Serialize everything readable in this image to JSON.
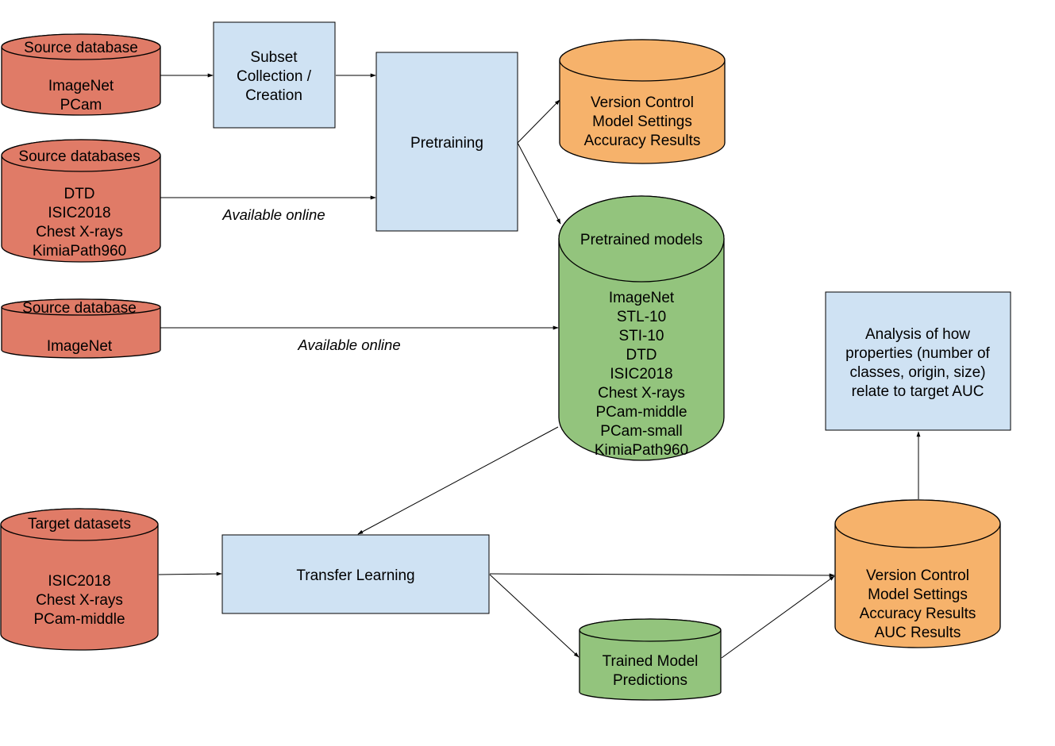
{
  "colors": {
    "source_db": "#e07b67",
    "process_box": "#cfe2f3",
    "results_db": "#f6b26b",
    "model_db": "#93c47d",
    "line": "#000000",
    "background": "#ffffff"
  },
  "source_db_1": {
    "title": "Source database",
    "lines": [
      "ImageNet",
      "PCam"
    ]
  },
  "source_db_2": {
    "title": "Source databases",
    "lines": [
      "DTD",
      "ISIC2018",
      "Chest X-rays",
      "KimiaPath960"
    ]
  },
  "source_db_3": {
    "title": "Source database",
    "lines": [
      "ImageNet"
    ]
  },
  "target_db": {
    "title": "Target datasets",
    "lines": [
      "ISIC2018",
      "Chest X-rays",
      "PCam-middle"
    ]
  },
  "subset_box": {
    "lines": [
      "Subset",
      "Collection /",
      "Creation"
    ]
  },
  "pretraining_box": {
    "lines": [
      "Pretraining"
    ]
  },
  "results_db_1": {
    "lines": [
      "Version Control",
      "Model Settings",
      "Accuracy Results"
    ]
  },
  "pretrained_db": {
    "title": "Pretrained models",
    "lines": [
      "ImageNet",
      "STL-10",
      "STI-10",
      "DTD",
      "ISIC2018",
      "Chest X-rays",
      "PCam-middle",
      "PCam-small",
      "KimiaPath960"
    ]
  },
  "analysis_box": {
    "lines": [
      "Analysis of how",
      "properties (number of",
      "classes, origin, size)",
      "relate to target AUC"
    ]
  },
  "transfer_box": {
    "lines": [
      "Transfer Learning"
    ]
  },
  "trained_db": {
    "lines": [
      "Trained Model",
      "Predictions"
    ]
  },
  "results_db_2": {
    "lines": [
      "Version Control",
      "Model Settings",
      "Accuracy Results",
      "AUC Results"
    ]
  },
  "captions": {
    "available_online_1": "Available online",
    "available_online_2": "Available online"
  }
}
